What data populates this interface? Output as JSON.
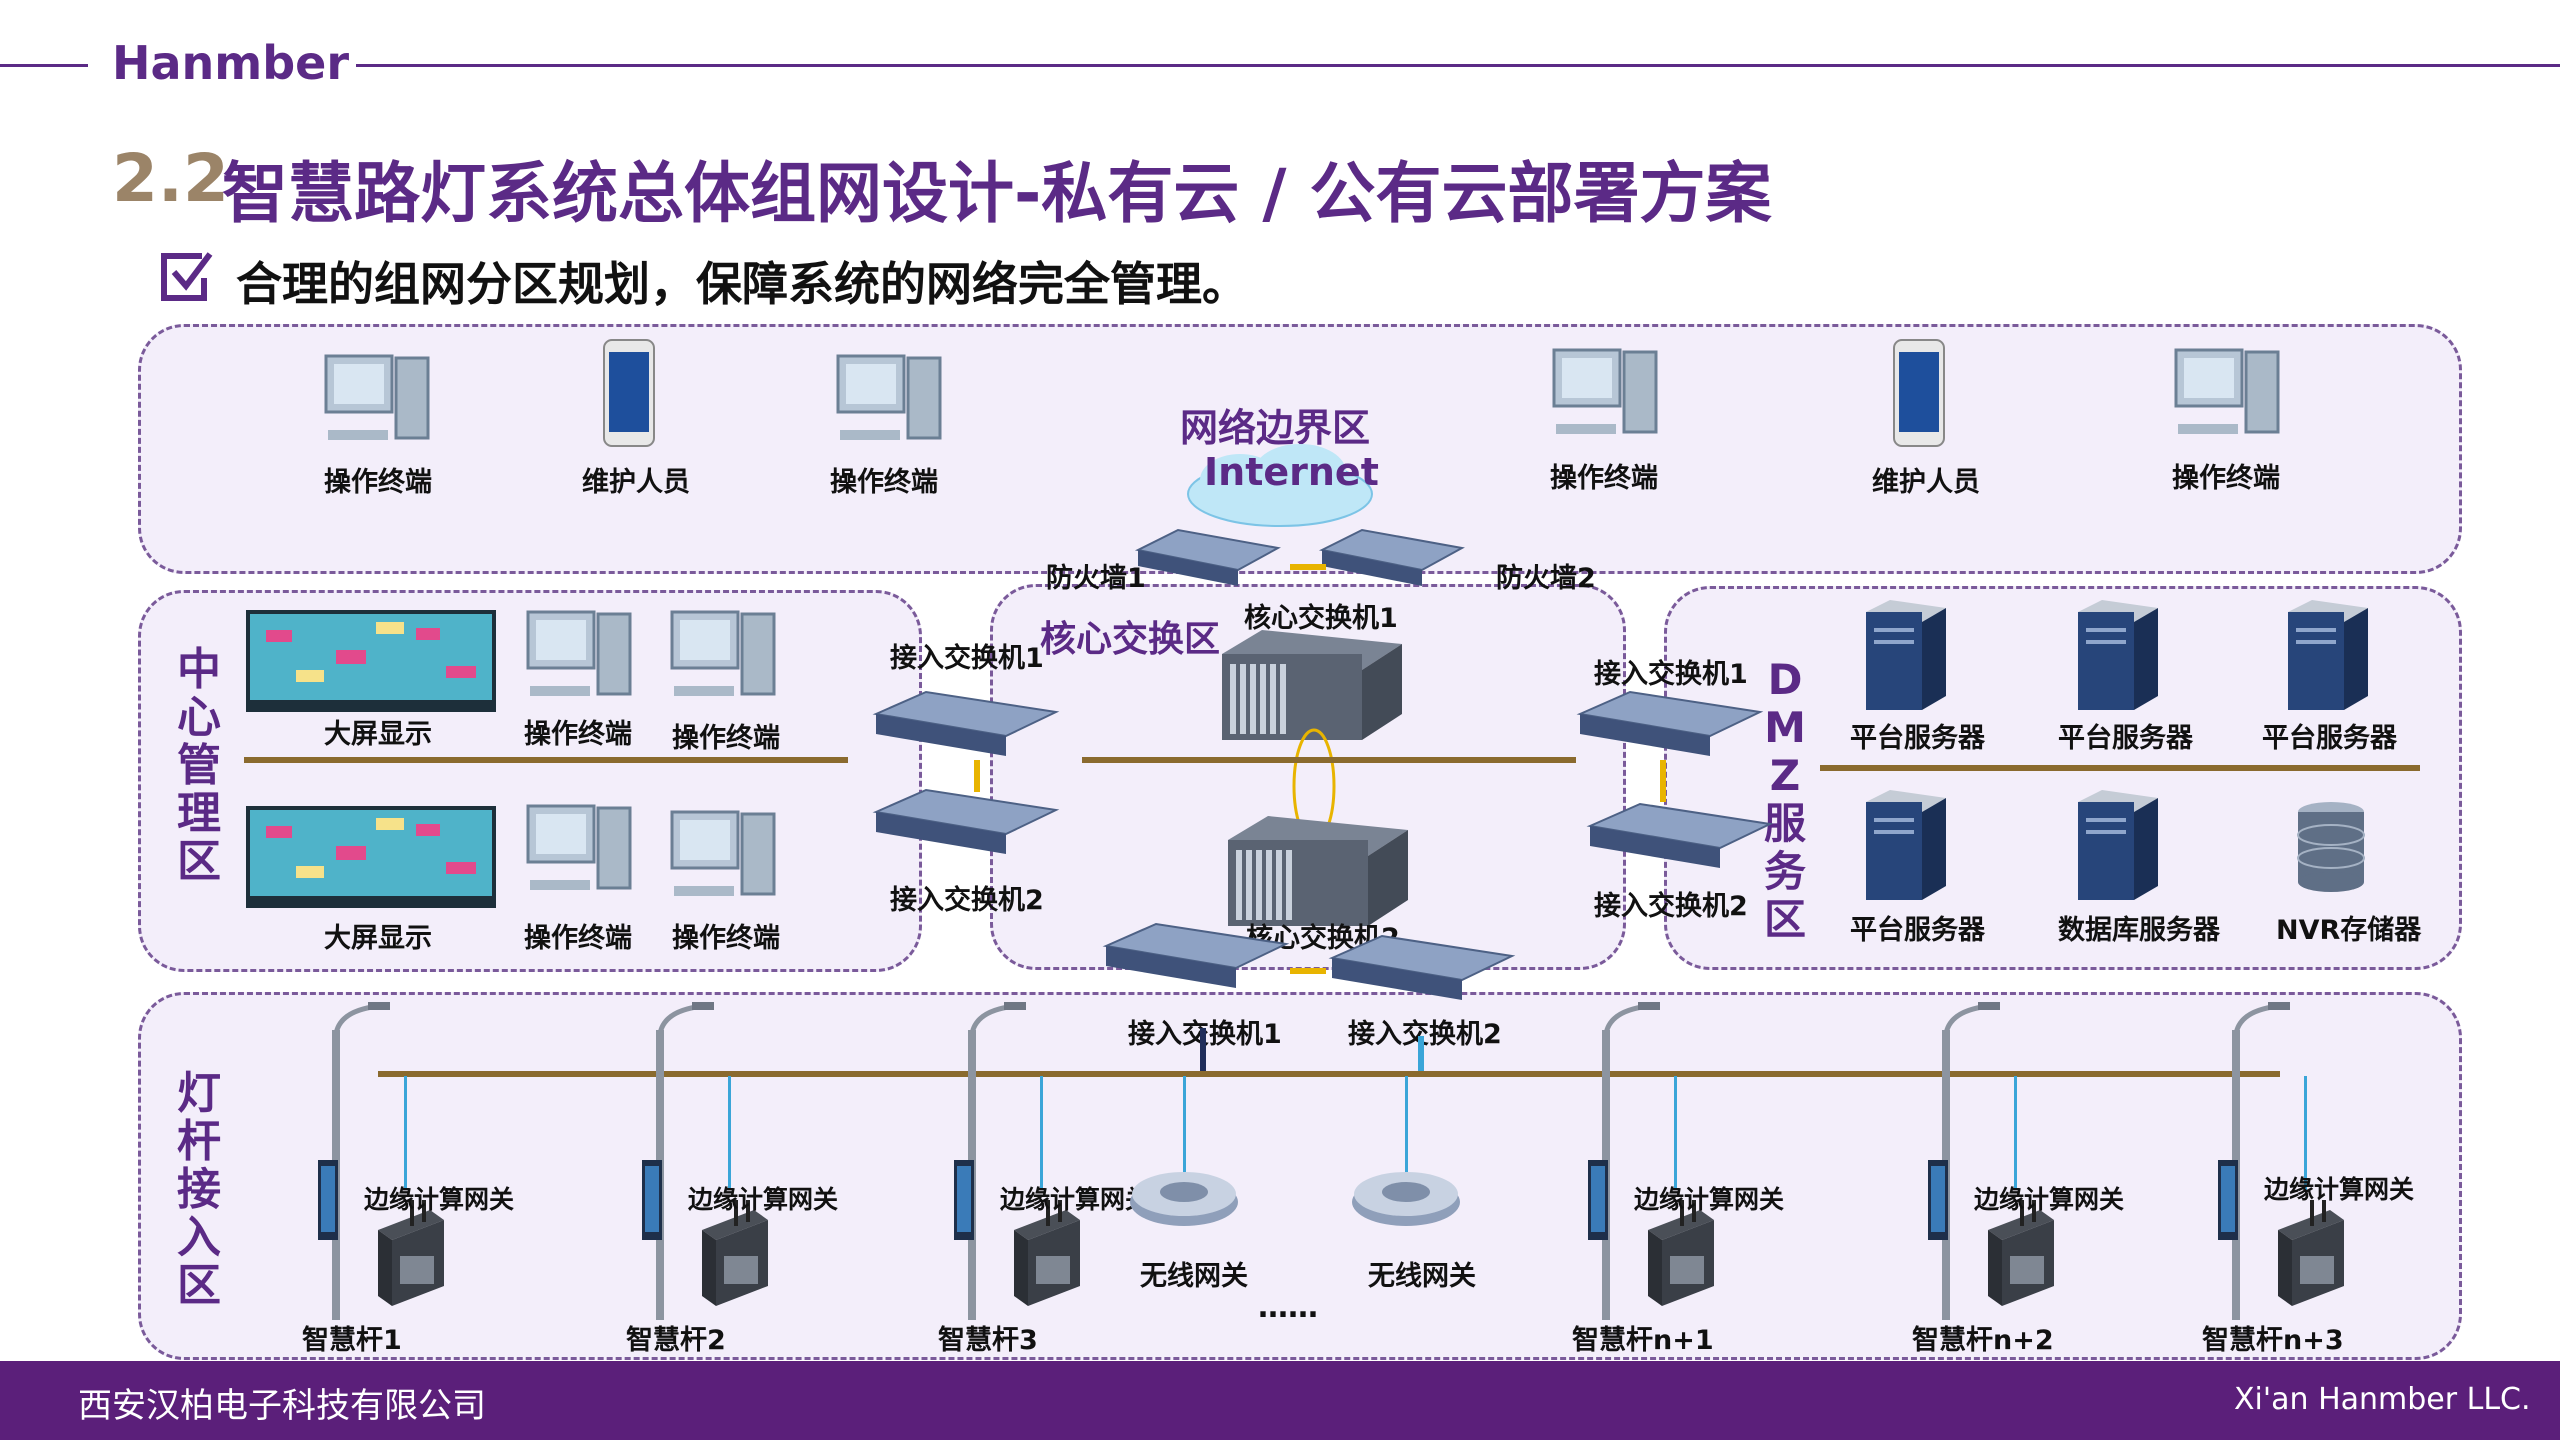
{
  "header": {
    "brand": "Hanmber"
  },
  "title": {
    "number": "2.2",
    "text": "智慧路灯系统总体组网设计-私有云 / 公有云部署方案"
  },
  "subtitle": "合理的组网分区规划，保障系统的网络完全管理。",
  "zones": {
    "border": {
      "title": "网络边界区",
      "internet": "Internet"
    },
    "center": {
      "title": "中心管理区"
    },
    "core": {
      "title": "核心交换区"
    },
    "dmz": {
      "title": "DMZ服务区"
    },
    "pole": {
      "title": "灯杆接入区"
    }
  },
  "top_devices": [
    "操作终端",
    "维护人员",
    "操作终端",
    "操作终端",
    "维护人员",
    "操作终端"
  ],
  "firewalls": [
    "防火墙1",
    "防火墙2"
  ],
  "core_switches": [
    "核心交换机1",
    "核心交换机2"
  ],
  "access_switches": {
    "left": [
      "接入交换机1",
      "接入交换机2"
    ],
    "right": [
      "接入交换机1",
      "接入交换机2"
    ],
    "bottom": [
      "接入交换机1",
      "接入交换机2"
    ]
  },
  "center_devices": {
    "row1": [
      "大屏显示",
      "操作终端",
      "操作终端"
    ],
    "row2": [
      "大屏显示",
      "操作终端",
      "操作终端"
    ]
  },
  "dmz_devices": {
    "row1": [
      "平台服务器",
      "平台服务器",
      "平台服务器"
    ],
    "row2": [
      "平台服务器",
      "数据库服务器",
      "NVR存储器"
    ]
  },
  "poles": {
    "gateway_label": "边缘计算网关",
    "names": [
      "智慧杆1",
      "智慧杆2",
      "智慧杆3",
      "智慧杆n+1",
      "智慧杆n+2",
      "智慧杆n+3"
    ],
    "wireless": [
      "无线网关",
      "无线网关"
    ],
    "ellipsis": "……"
  },
  "footer": {
    "company_cn": "西安汉柏电子科技有限公司",
    "company_en": "Xi'an Hanmber LLC."
  },
  "colors": {
    "brand": "#5b2a86",
    "zone_border": "#7a5a9a",
    "bus": "#8a6a2e",
    "link": "#3aa5d8"
  }
}
